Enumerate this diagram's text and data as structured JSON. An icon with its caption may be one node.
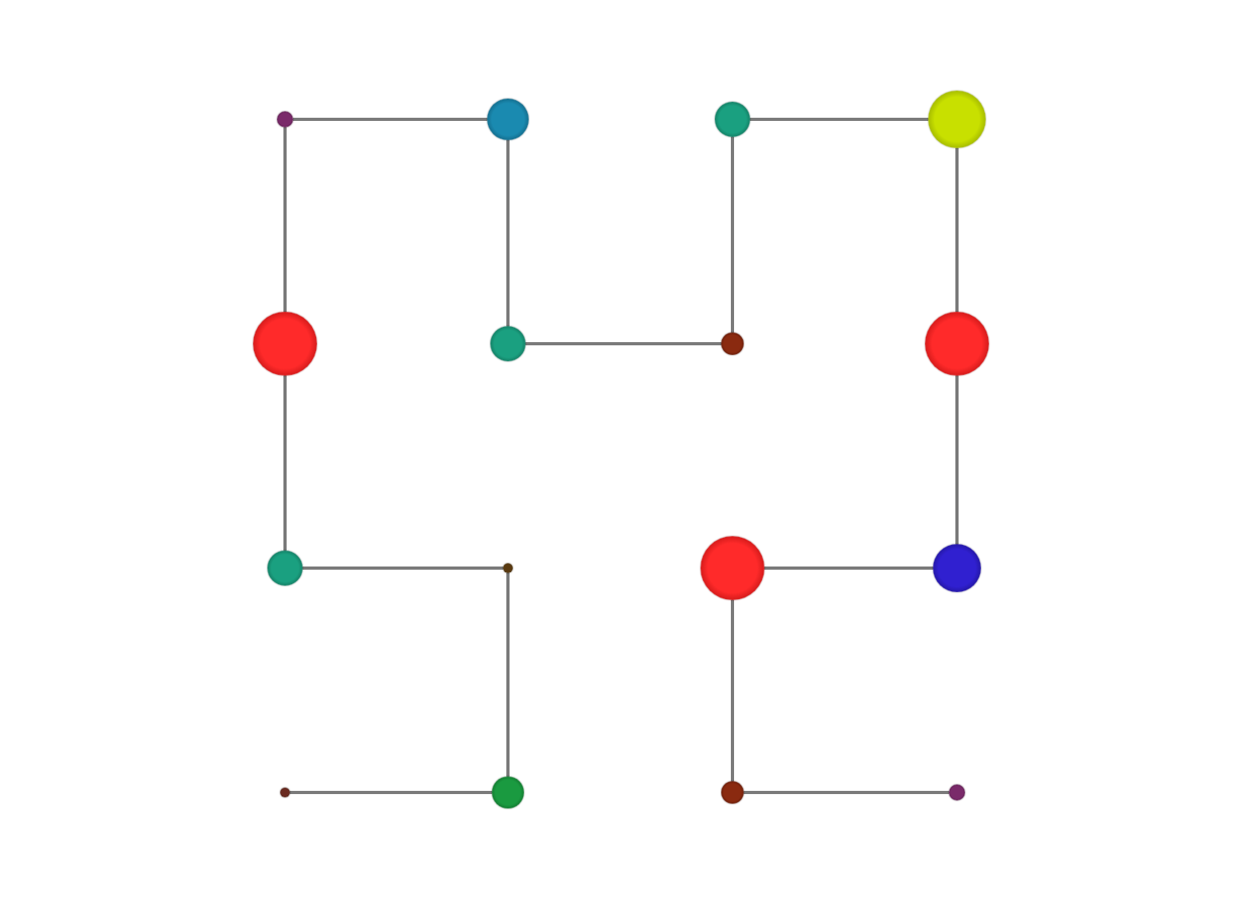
{
  "diagram": {
    "nodes": [
      {
        "text": [],
        "shape": "circle"
      },
      {
        "text": [],
        "shape": "circle"
      },
      {
        "text": [],
        "shape": "circle"
      },
      {
        "text": [],
        "shape": "circle"
      },
      {
        "text": [],
        "shape": "circle"
      },
      {
        "text": [],
        "shape": "circle"
      },
      {
        "text": [],
        "shape": "circle"
      },
      {
        "text": [],
        "shape": "circle"
      },
      {
        "text": [],
        "shape": "circle"
      },
      {
        "text": [],
        "shape": "circle"
      },
      {
        "text": [],
        "shape": "circle"
      },
      {
        "text": [],
        "shape": "circle"
      },
      {
        "text": [],
        "shape": "circle"
      },
      {
        "text": [],
        "shape": "circle"
      },
      {
        "text": [],
        "shape": "circle"
      },
      {
        "text": [],
        "shape": "circle"
      }
    ],
    "edges": [
      {
        "from": 12,
        "to": 13,
        "arrow": "none"
      },
      {
        "from": 13,
        "to": 9,
        "arrow": "none"
      },
      {
        "from": 9,
        "to": 8,
        "arrow": "none"
      },
      {
        "from": 8,
        "to": 4,
        "arrow": "none"
      },
      {
        "from": 4,
        "to": 0,
        "arrow": "none"
      },
      {
        "from": 0,
        "to": 1,
        "arrow": "none"
      },
      {
        "from": 1,
        "to": 5,
        "arrow": "none"
      },
      {
        "from": 5,
        "to": 6,
        "arrow": "none"
      },
      {
        "from": 6,
        "to": 2,
        "arrow": "none"
      },
      {
        "from": 2,
        "to": 3,
        "arrow": "none"
      },
      {
        "from": 3,
        "to": 7,
        "arrow": "none"
      },
      {
        "from": 7,
        "to": 11,
        "arrow": "none"
      },
      {
        "from": 11,
        "to": 10,
        "arrow": "none"
      },
      {
        "from": 10,
        "to": 14,
        "arrow": "none"
      },
      {
        "from": 14,
        "to": 15,
        "arrow": "none"
      }
    ]
  }
}
